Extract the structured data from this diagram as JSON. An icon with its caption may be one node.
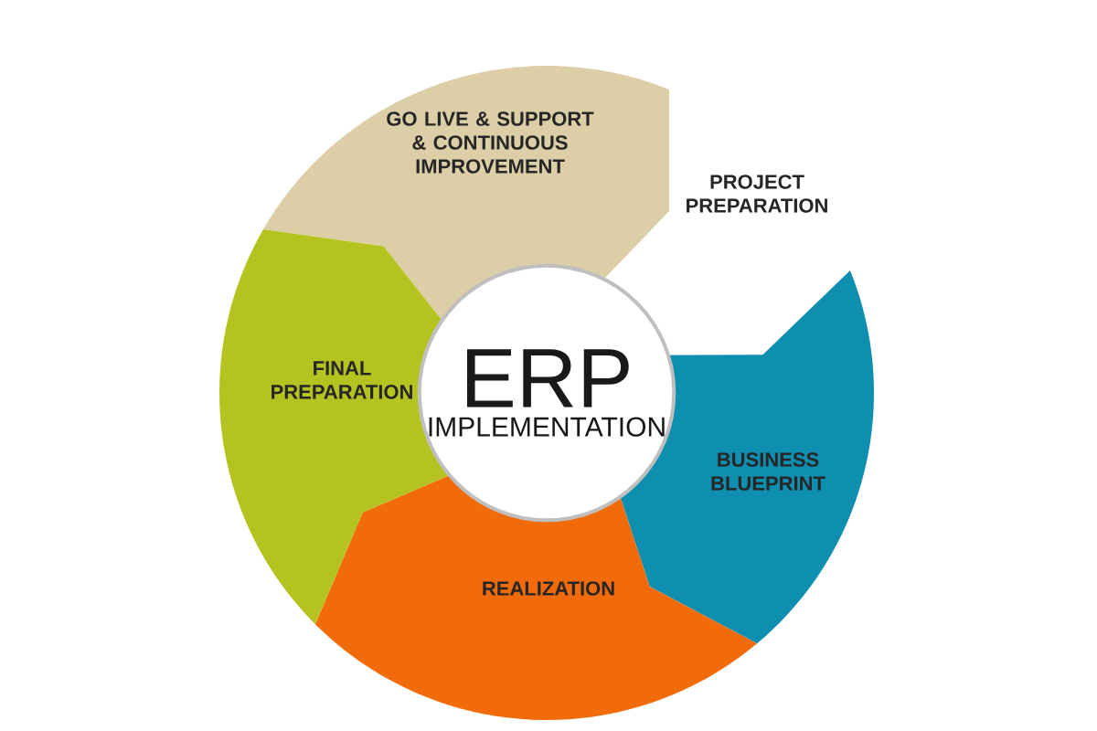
{
  "diagram": {
    "nodes": [
      {
        "text": [
          "ERP",
          "IMPLEMENTATION"
        ]
      },
      {
        "text": [
          "GO LIVE & SUPPORT & CONTINUOUS IMPROVEMENT"
        ]
      },
      {
        "text": [
          "PROJECT PREPARATION"
        ]
      },
      {
        "text": [
          "BUSINESS BLUEPRINT"
        ]
      },
      {
        "text": [
          "REALIZATION"
        ]
      },
      {
        "text": [
          "FINAL PREPARATION"
        ]
      }
    ]
  }
}
